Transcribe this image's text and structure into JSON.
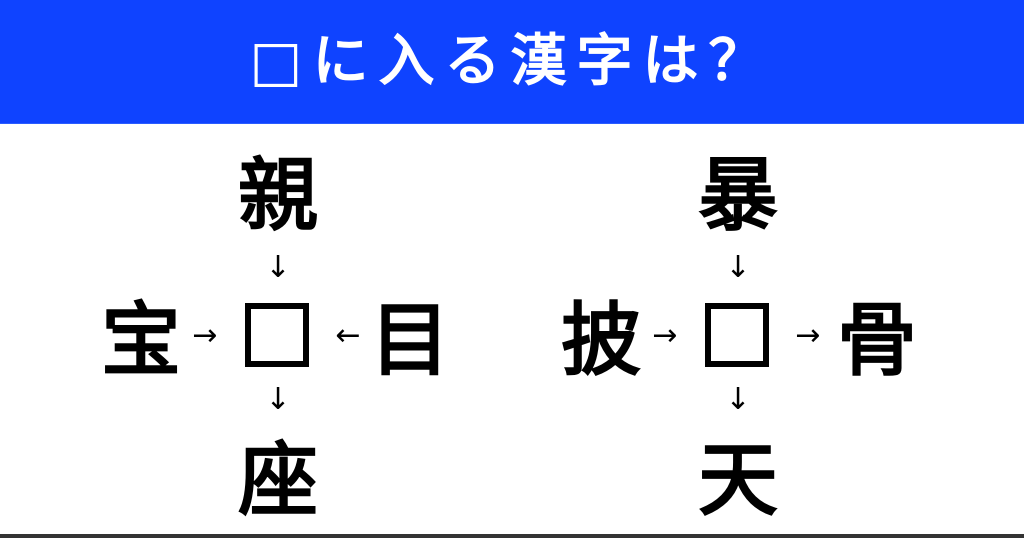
{
  "header": {
    "title": "□に入る漢字は？",
    "background_color": "#0f43ff",
    "text_color": "#ffffff"
  },
  "puzzles": [
    {
      "top": "親",
      "left": "宝",
      "right": "目",
      "bottom": "座",
      "center_placeholder": "",
      "arrows": {
        "top": "↓",
        "left": "→",
        "right": "←",
        "bottom": "↓"
      }
    },
    {
      "top": "暴",
      "left": "披",
      "right": "骨",
      "bottom": "天",
      "center_placeholder": "",
      "arrows": {
        "top": "↓",
        "left": "→",
        "right": "→",
        "bottom": "↓"
      }
    }
  ]
}
